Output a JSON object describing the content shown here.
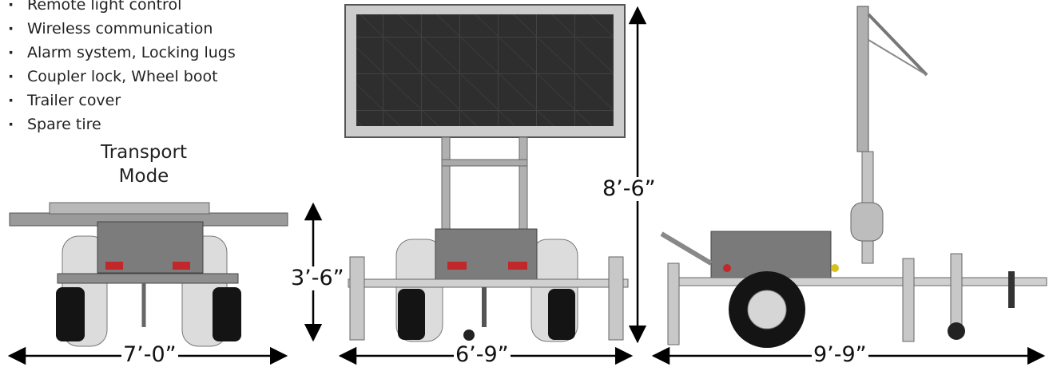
{
  "features": [
    {
      "text": "Remote light control"
    },
    {
      "text": "Wireless communication"
    },
    {
      "text": "Alarm system, Locking lugs"
    },
    {
      "text": "Coupler lock, Wheel boot"
    },
    {
      "text": "Trailer cover"
    },
    {
      "text": "Spare tire"
    }
  ],
  "transport_mode": {
    "line1": "Transport",
    "line2": "Mode"
  },
  "dimensions": {
    "transport_width": "7’-0”",
    "transport_height": "3’-6”",
    "front_width": "6’-9”",
    "deployed_height": "8’-6”",
    "side_length": "9’-9”"
  },
  "colors": {
    "frame": "#8e8e8e",
    "panel": "#2a2a2a",
    "tire": "#141414",
    "reflector": "#c0282b",
    "amber": "#d8c020"
  }
}
